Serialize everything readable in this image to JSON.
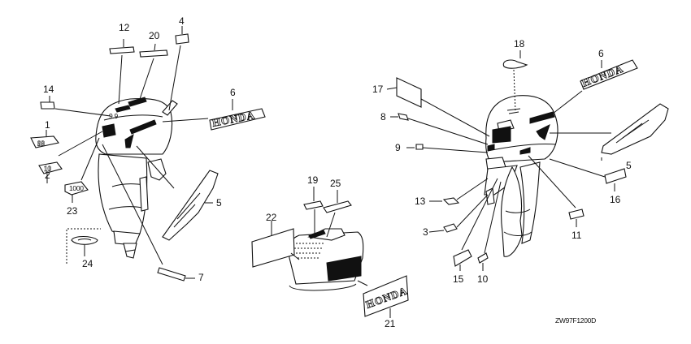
{
  "diagram": {
    "title": "Honda outboard marks / labels exploded view",
    "drawing_code": "ZW97F1200D",
    "brand_logo_text": "HONDA",
    "decal_texts": {
      "model_99": "99",
      "model_10": "10",
      "small_badge": "1000"
    },
    "left_view_callouts": [
      {
        "id": "left-12",
        "label": "12"
      },
      {
        "id": "left-20",
        "label": "20"
      },
      {
        "id": "left-4",
        "label": "4"
      },
      {
        "id": "left-14",
        "label": "14"
      },
      {
        "id": "left-6",
        "label": "6"
      },
      {
        "id": "left-1",
        "label": "1"
      },
      {
        "id": "left-2",
        "label": "2"
      },
      {
        "id": "left-23",
        "label": "23"
      },
      {
        "id": "left-5",
        "label": "5"
      },
      {
        "id": "left-24",
        "label": "24"
      },
      {
        "id": "left-7",
        "label": "7"
      }
    ],
    "tank_view_callouts": [
      {
        "id": "tank-19",
        "label": "19"
      },
      {
        "id": "tank-25",
        "label": "25"
      },
      {
        "id": "tank-22",
        "label": "22"
      },
      {
        "id": "tank-21",
        "label": "21"
      }
    ],
    "right_view_callouts": [
      {
        "id": "right-18",
        "label": "18"
      },
      {
        "id": "right-6",
        "label": "6"
      },
      {
        "id": "right-17",
        "label": "17"
      },
      {
        "id": "right-8",
        "label": "8"
      },
      {
        "id": "right-9",
        "label": "9"
      },
      {
        "id": "right-5",
        "label": "5"
      },
      {
        "id": "right-16",
        "label": "16"
      },
      {
        "id": "right-13",
        "label": "13"
      },
      {
        "id": "right-3",
        "label": "3"
      },
      {
        "id": "right-11",
        "label": "11"
      },
      {
        "id": "right-15",
        "label": "15"
      },
      {
        "id": "right-10",
        "label": "10"
      }
    ]
  }
}
